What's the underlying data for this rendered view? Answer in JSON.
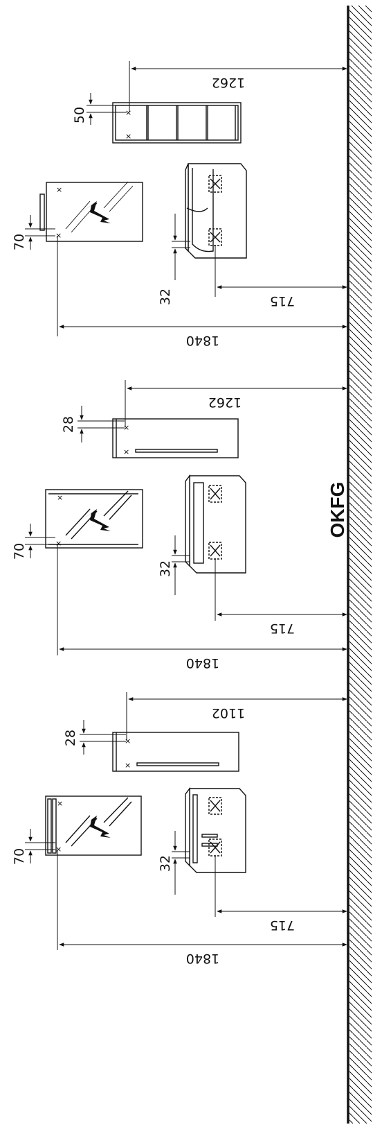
{
  "floor_label": "OKFG",
  "groups": [
    {
      "id": "upper",
      "cabinet_height": "1262",
      "cabinet_offset": "50",
      "mirror_height": "1840",
      "mirror_offset": "70",
      "vanity_height": "715",
      "vanity_offset": "32"
    },
    {
      "id": "middle",
      "cabinet_height": "1262",
      "cabinet_offset": "28",
      "mirror_height": "1840",
      "mirror_offset": "70",
      "vanity_height": "715",
      "vanity_offset": "32"
    },
    {
      "id": "lower",
      "cabinet_height": "1102",
      "cabinet_offset": "28",
      "mirror_height": "1840",
      "mirror_offset": "70",
      "vanity_height": "715",
      "vanity_offset": "32"
    }
  ],
  "colors": {
    "line": "#111111",
    "background": "#ffffff"
  }
}
